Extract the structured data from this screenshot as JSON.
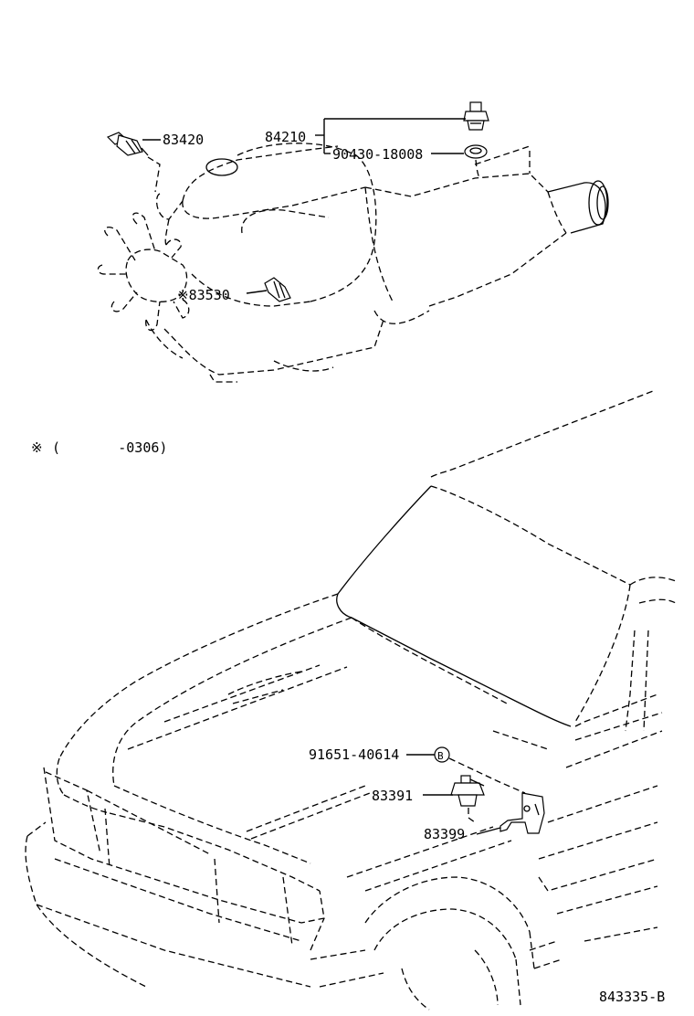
{
  "labels": {
    "p83420": "83420",
    "p84210": "84210",
    "p90430": "90430-18008",
    "p83530": "※83530",
    "note_mark": "※",
    "note_text": "(       -0306)",
    "p91651": "91651-40614",
    "p83391": "83391",
    "p83399": "83399",
    "bolt_letter": "B",
    "diagram_id": "843335-B"
  }
}
